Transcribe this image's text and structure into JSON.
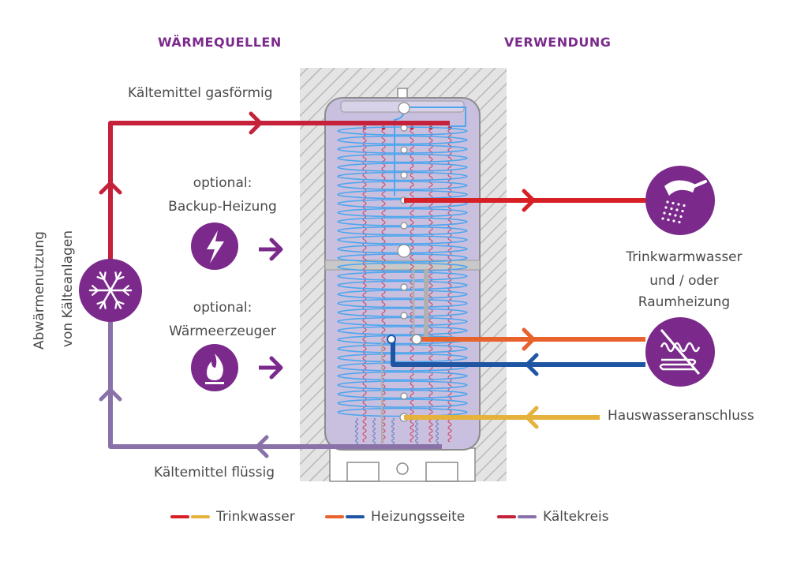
{
  "headers": {
    "left": "WÄRMEQUELLEN",
    "right": "VERWENDUNG"
  },
  "labels": {
    "gas": "Kältemittel gasförmig",
    "liquid": "Kältemittel flüssig",
    "waste_heat_line1": "Abwärmenutzung",
    "waste_heat_line2": "von Kälteanlagen",
    "backup_line1": "optional:",
    "backup_line2": "Backup-Heizung",
    "generator_line1": "optional:",
    "generator_line2": "Wärmeerzeuger",
    "use_line1": "Trinkwarmwasser",
    "use_line2": "und / oder",
    "use_line3": "Raumheizung",
    "house": "Hauswasseranschluss"
  },
  "legend": [
    {
      "label": "Trinkwasser",
      "color_a": "#d71f26",
      "color_b": "#e5b23c"
    },
    {
      "label": "Heizungsseite",
      "color_a": "#e8622c",
      "color_b": "#1f56a3"
    },
    {
      "label": "Kältekreis",
      "color_a": "#c5213a",
      "color_b": "#8a72a8"
    }
  ],
  "colors": {
    "purple": "#7b2a8c",
    "refrigerant_gas": "#c5213a",
    "refrigerant_liquid": "#8a72a8",
    "hot_water": "#d71f26",
    "cold_water": "#e5b23c",
    "heating_flow": "#e8622c",
    "heating_return": "#1f56a3",
    "coil": "#4da6ee",
    "tank_fill": "#c9c0e0"
  },
  "icons": {
    "snowflake": "snowflake-icon",
    "lightning": "lightning-icon",
    "flame": "flame-icon",
    "shower": "shower-icon",
    "floor_heating": "floor-heating-icon"
  }
}
